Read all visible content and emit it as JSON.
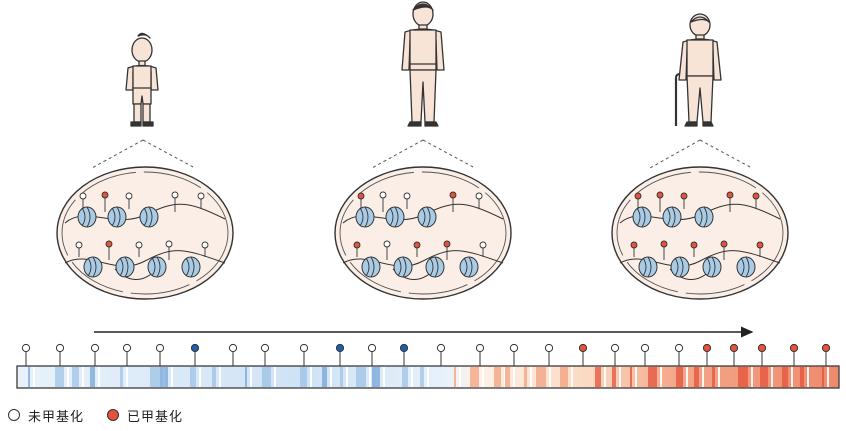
{
  "legend": {
    "unmethylated": "未甲基化",
    "methylated": "已甲基化"
  },
  "colors": {
    "methylated": "#e4533c",
    "unmethylated": "#ffffff",
    "blue_marker": "#1f5fa8",
    "nucleosome": "#a9cbe6",
    "cell_bg": "#fbeee6",
    "stroke": "#333333"
  },
  "stages": [
    {
      "name": "child",
      "icon": "child-figure-icon"
    },
    {
      "name": "adult",
      "icon": "adult-figure-icon"
    },
    {
      "name": "elderly",
      "icon": "elderly-figure-with-cane-icon"
    }
  ],
  "timeline": {
    "direction": "left-to-right",
    "icon": "arrow-right-icon"
  }
}
